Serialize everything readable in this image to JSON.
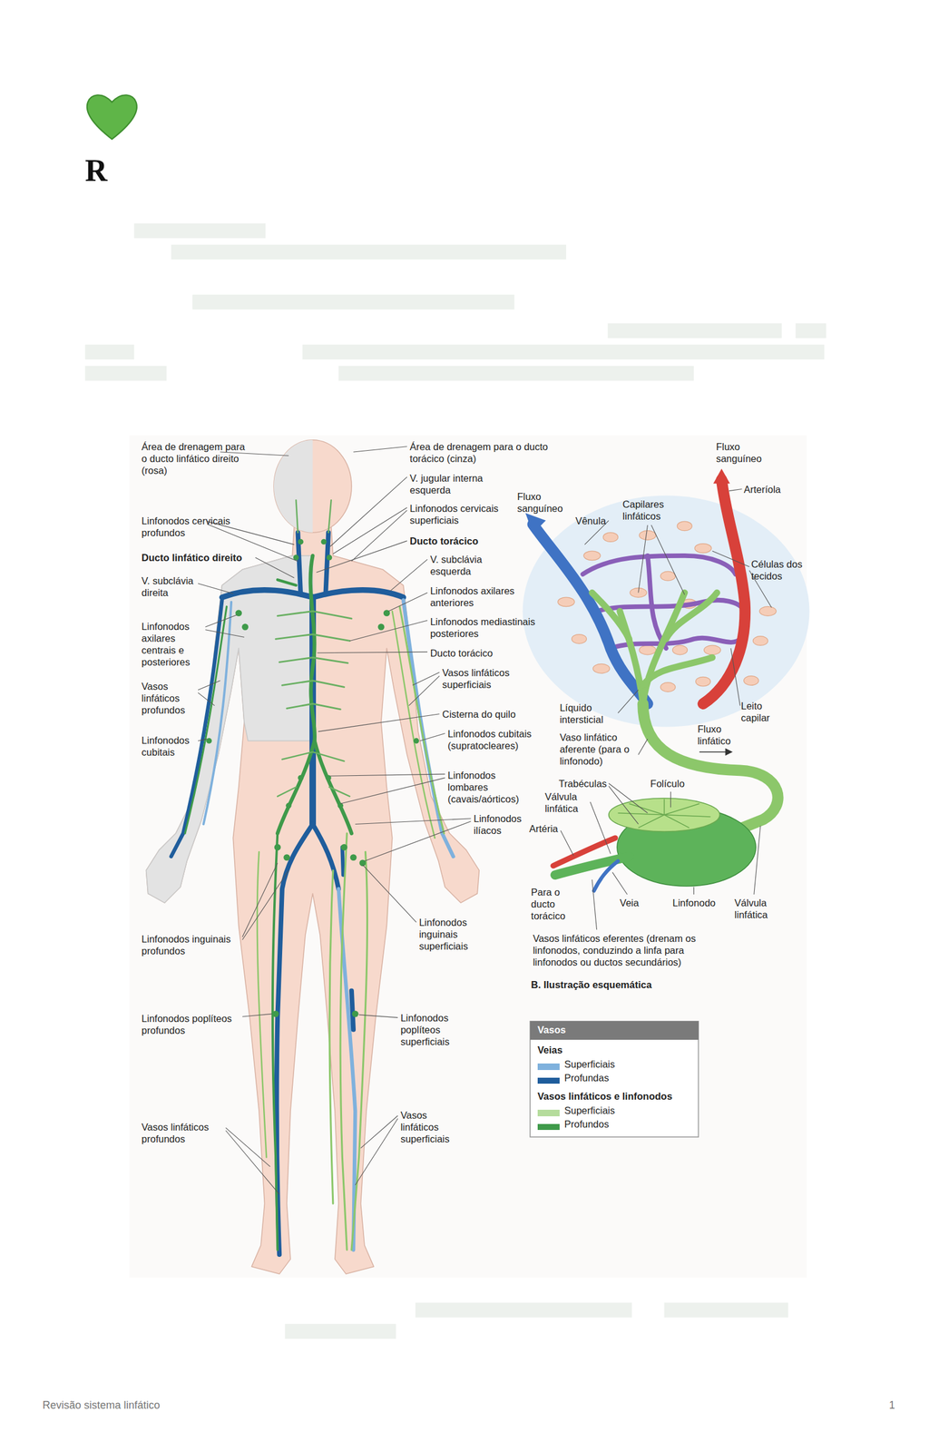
{
  "diagram": {
    "title": "R",
    "labels": [
      "Área de drenagem para o ducto linfático direito (rosa)",
      "Linfonodos cervicais profundos",
      "Ducto linfático direito",
      "V. subclávia direita",
      "Linfonodos axilares centrais e posteriores",
      "Vasos linfáticos profundos",
      "Linfonodos cubitais",
      "Linfonodos inguinais profundos",
      "Linfonodos poplíteos profundos",
      "Vasos linfáticos profundos",
      "Área de drenagem para o ducto torácico (cinza)",
      "V. jugular interna esquerda",
      "Linfonodos cervicais superficiais",
      "Ducto torácico",
      "V. subclávia esquerda",
      "Linfonodos axilares anteriores",
      "Linfonodos mediastinais posteriores",
      "Ducto torácico",
      "Vasos linfáticos superficiais",
      "Cisterna do quilo",
      "Linfonodos cubitais (supratocleares)",
      "Linfonodos lombares (cavais/aórticos)",
      "Linfonodos ilíacos",
      "Linfonodos inguinais superficiais",
      "Linfonodos poplíteos superficiais",
      "Vasos linfáticos superficiais",
      "Fluxo sanguíneo",
      "Arteríola",
      "Fluxo sanguíneo",
      "Vênula",
      "Capilares linfáticos",
      "Células dos tecidos",
      "Líquido intersticial",
      "Leito capilar",
      "Vaso linfático aferente (para o linfonodo)",
      "Fluxo linfático",
      "Trabéculas",
      "Folículo",
      "Válvula linfática",
      "Artéria",
      "Para o ducto torácico",
      "Veia",
      "Linfonodo",
      "Válvula linfática",
      "Vasos linfáticos eferentes (drenam os linfonodos, conduzindo a linfa para linfonodos ou ductos secundários)",
      "B. Ilustração esquemática",
      "Vasos",
      "Veias",
      "Vasos linfáticos e linfonodos",
      "Revisão sistema linfático",
      "1"
    ],
    "legend": [
      {
        "text": "Superficiais",
        "color": "#7fb1dd"
      },
      {
        "text": "Profundas",
        "color": "#1f5d9c"
      },
      {
        "text": "Superficiais",
        "color": "#b5dc9c"
      },
      {
        "text": "Profundos",
        "color": "#3f9a4a"
      }
    ]
  }
}
